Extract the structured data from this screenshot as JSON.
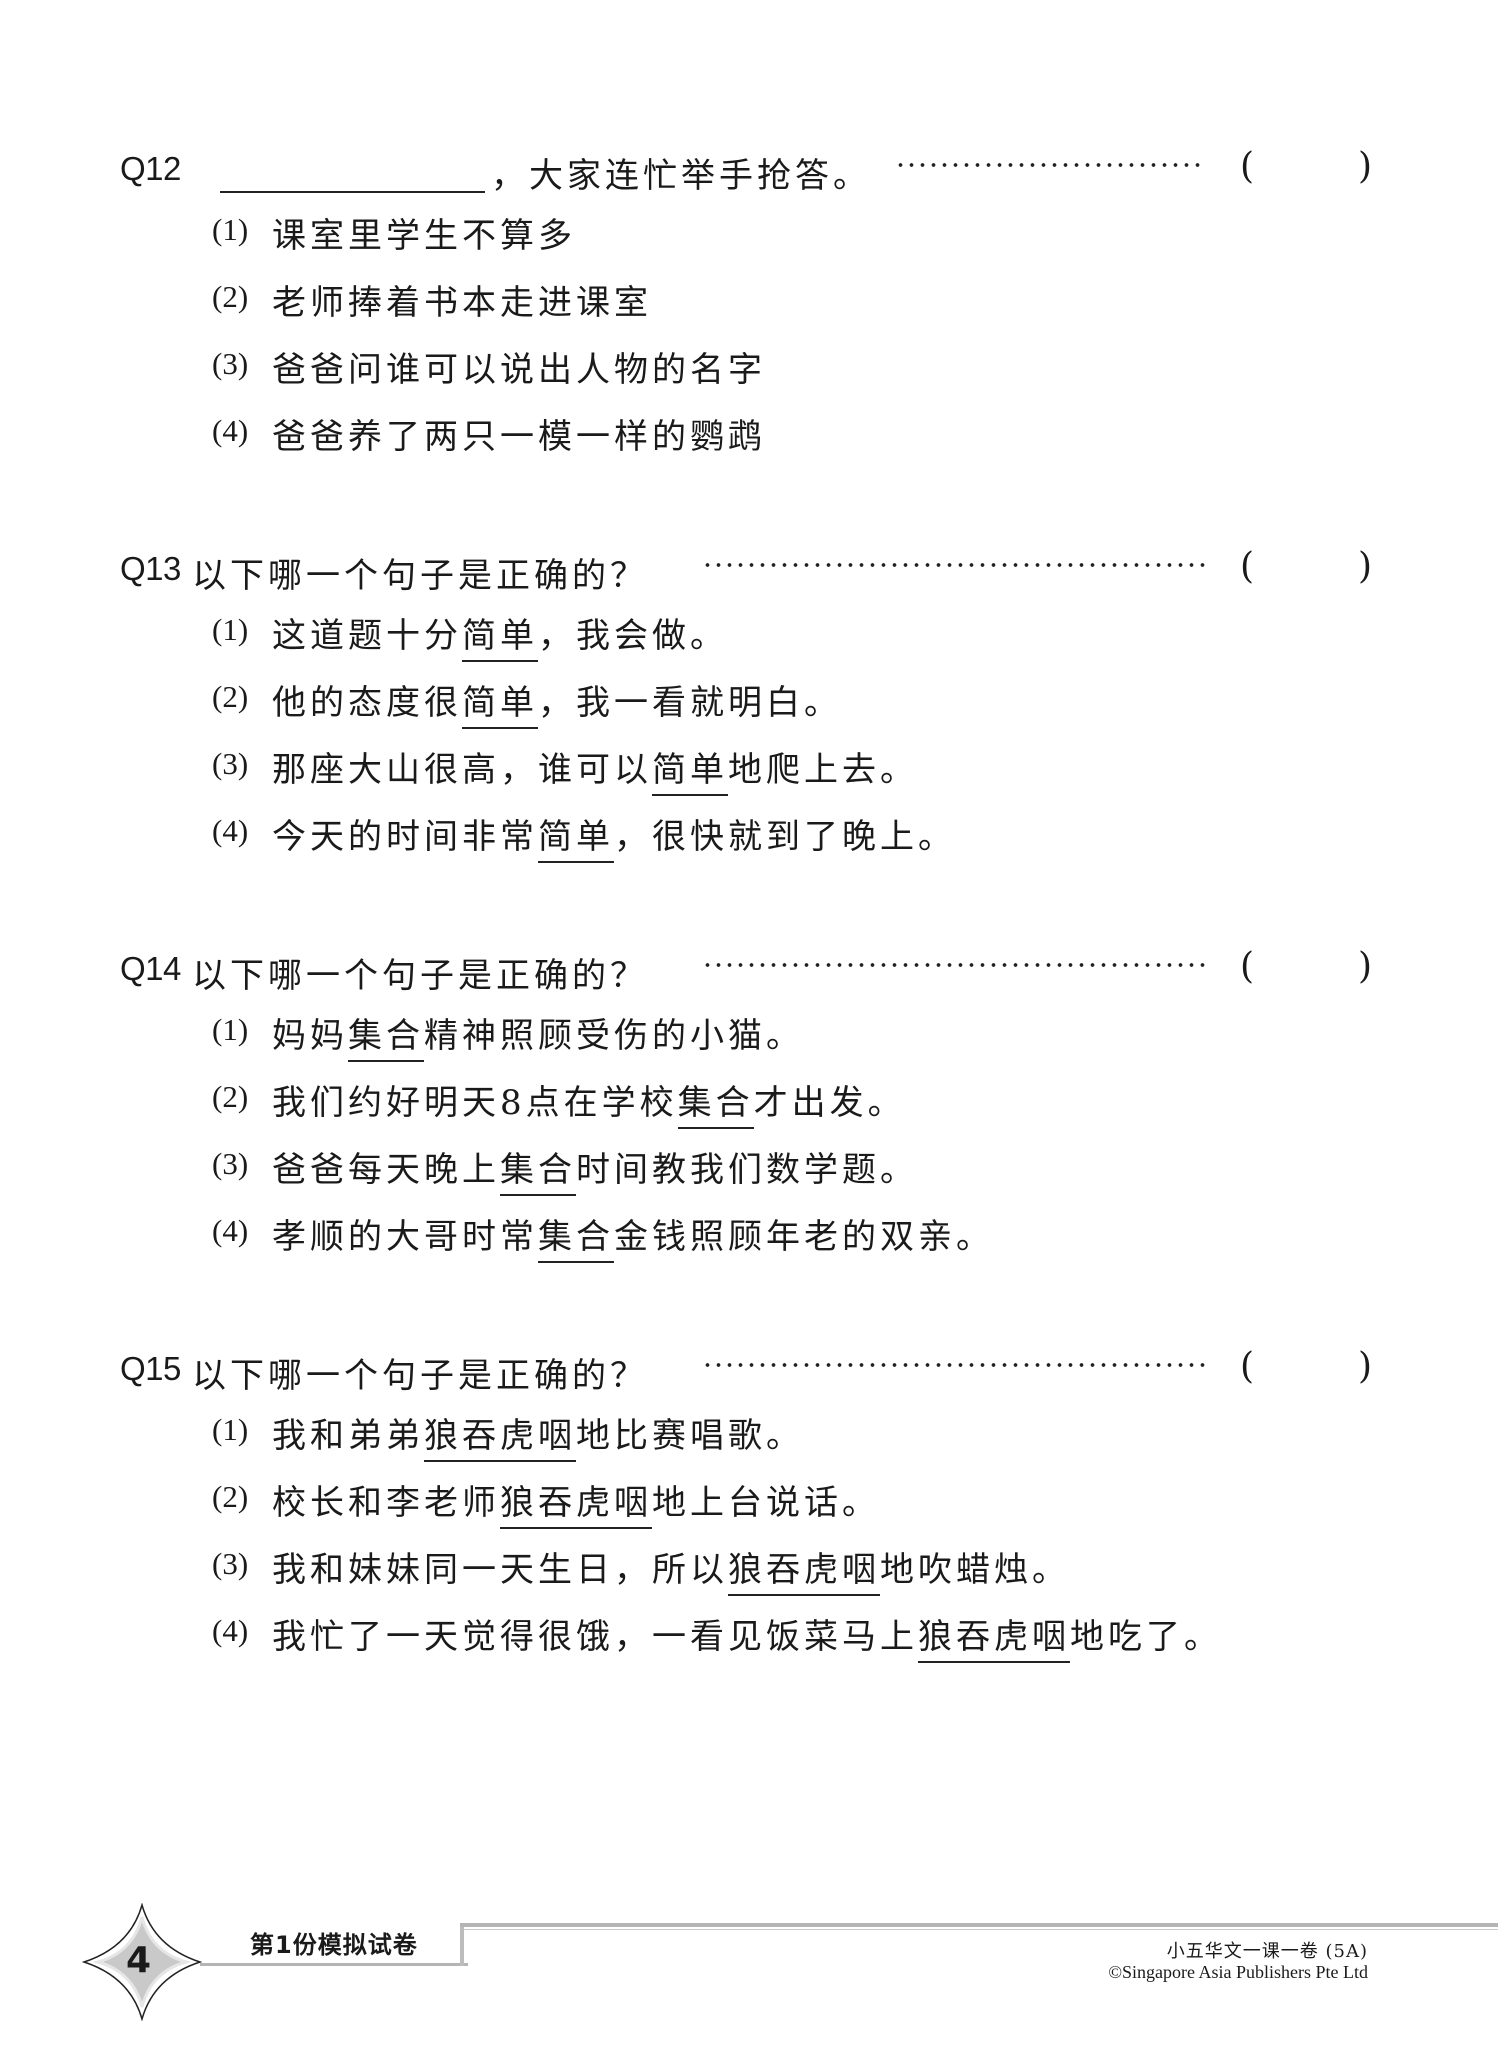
{
  "questions": [
    {
      "number": "Q12",
      "stem_suffix": "，大家连忙举手抢答。",
      "has_blank": true,
      "answer_paren_open": "(",
      "answer_paren_close": ")",
      "options": [
        {
          "label": "(1)",
          "parts": [
            {
              "t": "课室里学生不算多",
              "u": false
            }
          ]
        },
        {
          "label": "(2)",
          "parts": [
            {
              "t": "老师捧着书本走进课室",
              "u": false
            }
          ]
        },
        {
          "label": "(3)",
          "parts": [
            {
              "t": "爸爸问谁可以说出人物的名字",
              "u": false
            }
          ]
        },
        {
          "label": "(4)",
          "parts": [
            {
              "t": "爸爸养了两只一模一样的鹦鹉",
              "u": false
            }
          ]
        }
      ]
    },
    {
      "number": "Q13",
      "stem": "以下哪一个句子是正确的？",
      "answer_paren_open": "(",
      "answer_paren_close": ")",
      "options": [
        {
          "label": "(1)",
          "parts": [
            {
              "t": "这道题十分",
              "u": false
            },
            {
              "t": "简单",
              "u": true
            },
            {
              "t": "，我会做。",
              "u": false
            }
          ]
        },
        {
          "label": "(2)",
          "parts": [
            {
              "t": "他的态度很",
              "u": false
            },
            {
              "t": "简单",
              "u": true
            },
            {
              "t": "，我一看就明白。",
              "u": false
            }
          ]
        },
        {
          "label": "(3)",
          "parts": [
            {
              "t": "那座大山很高，谁可以",
              "u": false
            },
            {
              "t": "简单",
              "u": true
            },
            {
              "t": "地爬上去。",
              "u": false
            }
          ]
        },
        {
          "label": "(4)",
          "parts": [
            {
              "t": "今天的时间非常",
              "u": false
            },
            {
              "t": "简单",
              "u": true
            },
            {
              "t": "，很快就到了晚上。",
              "u": false
            }
          ]
        }
      ]
    },
    {
      "number": "Q14",
      "stem": "以下哪一个句子是正确的？",
      "answer_paren_open": "(",
      "answer_paren_close": ")",
      "options": [
        {
          "label": "(1)",
          "parts": [
            {
              "t": "妈妈",
              "u": false
            },
            {
              "t": "集合",
              "u": true
            },
            {
              "t": "精神照顾受伤的小猫。",
              "u": false
            }
          ]
        },
        {
          "label": "(2)",
          "parts": [
            {
              "t": "我们约好明天8点在学校",
              "u": false
            },
            {
              "t": "集合",
              "u": true
            },
            {
              "t": "才出发。",
              "u": false
            }
          ]
        },
        {
          "label": "(3)",
          "parts": [
            {
              "t": "爸爸每天晚上",
              "u": false
            },
            {
              "t": "集合",
              "u": true
            },
            {
              "t": "时间教我们数学题。",
              "u": false
            }
          ]
        },
        {
          "label": "(4)",
          "parts": [
            {
              "t": "孝顺的大哥时常",
              "u": false
            },
            {
              "t": "集合",
              "u": true
            },
            {
              "t": "金钱照顾年老的双亲。",
              "u": false
            }
          ]
        }
      ]
    },
    {
      "number": "Q15",
      "stem": "以下哪一个句子是正确的？",
      "answer_paren_open": "(",
      "answer_paren_close": ")",
      "options": [
        {
          "label": "(1)",
          "parts": [
            {
              "t": "我和弟弟",
              "u": false
            },
            {
              "t": "狼吞虎咽",
              "u": true
            },
            {
              "t": "地比赛唱歌。",
              "u": false
            }
          ]
        },
        {
          "label": "(2)",
          "parts": [
            {
              "t": "校长和李老师",
              "u": false
            },
            {
              "t": "狼吞虎咽",
              "u": true
            },
            {
              "t": "地上台说话。",
              "u": false
            }
          ]
        },
        {
          "label": "(3)",
          "parts": [
            {
              "t": "我和妹妹同一天生日，所以",
              "u": false
            },
            {
              "t": "狼吞虎咽",
              "u": true
            },
            {
              "t": "地吹蜡烛。",
              "u": false
            }
          ]
        },
        {
          "label": "(4)",
          "parts": [
            {
              "t": "我忙了一天觉得很饿，一看见饭菜马上",
              "u": false
            },
            {
              "t": "狼吞虎咽",
              "u": true
            },
            {
              "t": "地吃了。",
              "u": false
            }
          ]
        }
      ]
    }
  ],
  "footer": {
    "page_number": "4",
    "section_title": "第1份模拟试卷",
    "book_title": "小五华文一课一卷 (5A)",
    "copyright": "©Singapore Asia Publishers Pte Ltd"
  },
  "icons": {
    "page_badge": "four-point-star-icon"
  }
}
